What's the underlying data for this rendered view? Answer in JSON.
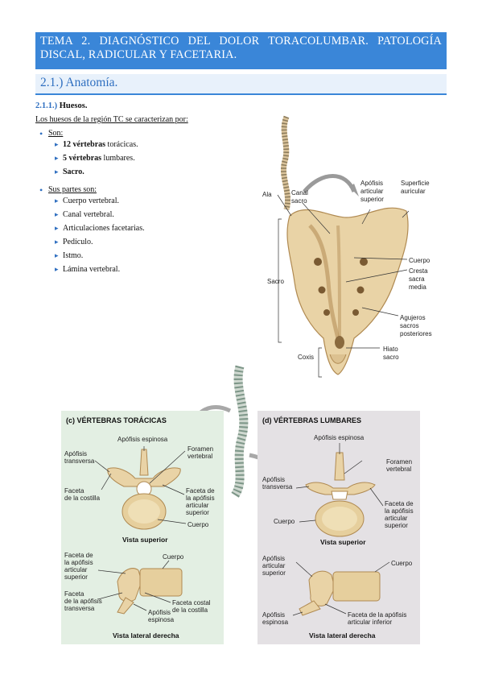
{
  "title": "TEMA 2. DIAGNÓSTICO DEL DOLOR TORACOLUMBAR. PATOLOGÍA DISCAL, RADICULAR Y FACETARIA.",
  "section": "2.1.) Anatomía.",
  "subsection": {
    "number": "2.1.1.)",
    "label": "Huesos."
  },
  "intro": "Los huesos de la región TC se caracterizan por:",
  "groups": [
    {
      "label": "Son:",
      "items": [
        {
          "bold": "12 vértebras",
          "rest": " torácicas."
        },
        {
          "bold": "5 vértebras",
          "rest": " lumbares."
        },
        {
          "bold": "Sacro.",
          "rest": ""
        }
      ]
    },
    {
      "label": "Sus partes son:",
      "items": [
        {
          "bold": "",
          "rest": "Cuerpo vertebral."
        },
        {
          "bold": "",
          "rest": "Canal vertebral."
        },
        {
          "bold": "",
          "rest": "Articulaciones facetarias."
        },
        {
          "bold": "",
          "rest": "Pedículo."
        },
        {
          "bold": "",
          "rest": "Istmo."
        },
        {
          "bold": "",
          "rest": "Lámina vertebral."
        }
      ]
    }
  ],
  "sacrum_figure": {
    "labels": {
      "ala": "Ala",
      "canal1": "Canal",
      "canal2": "sacro",
      "apof1": "Apófisis",
      "apof2": "articular",
      "apof3": "superior",
      "sup1": "Superficie",
      "sup2": "auricular",
      "cuerpo": "Cuerpo",
      "cresta1": "Cresta",
      "cresta2": "sacra",
      "cresta3": "media",
      "sacro": "Sacro",
      "aguj1": "Agujeros",
      "aguj2": "sacros",
      "aguj3": "posteriores",
      "coxis": "Coxis",
      "hiato1": "Hiato",
      "hiato2": "sacro"
    }
  },
  "thoracic_panel": {
    "title": "(c)  VÉRTEBRAS TORÁCICAS",
    "labels": {
      "espinosa": "Apófisis espinosa",
      "transv1": "Apófisis",
      "transv2": "transversa",
      "foramen1": "Foramen",
      "foramen2": "vertebral",
      "faceta1": "Faceta",
      "faceta2": "de la costilla",
      "facap1": "Faceta de",
      "facap2": "la apófisis",
      "facap3": "articular",
      "facap4": "superior",
      "cuerpo": "Cuerpo",
      "vista_sup": "Vista superior",
      "fl1": "Faceta de",
      "fl2": "la apófisis",
      "fl3": "articular",
      "fl4": "superior",
      "cuerpo2": "Cuerpo",
      "ft1": "Faceta",
      "ft2": "de la apófisis",
      "ft3": "transversa",
      "fc1": "Faceta costal",
      "fc2": "de la costilla",
      "esp1": "Apófisis",
      "esp2": "espinosa",
      "vista_lat": "Vista lateral derecha"
    }
  },
  "lumbar_panel": {
    "title": "(d)  VÉRTEBRAS LUMBARES",
    "labels": {
      "espinosa": "Apófisis espinosa",
      "transv1": "Apófisis",
      "transv2": "transversa",
      "foramen1": "Foramen",
      "foramen2": "vertebral",
      "cuerpo": "Cuerpo",
      "facap1": "Faceta de",
      "facap2": "la apófisis",
      "facap3": "articular",
      "facap4": "superior",
      "vista_sup": "Vista superior",
      "as1": "Apófisis",
      "as2": "articular",
      "as3": "superior",
      "cuerpo2": "Cuerpo",
      "esp1": "Apófisis",
      "esp2": "espinosa",
      "fi1": "Faceta de la apófisis",
      "fi2": "articular inferior",
      "vista_lat": "Vista lateral derecha"
    }
  },
  "colors": {
    "accent": "#3a86d8",
    "bone": "#e9d3a6",
    "bone_dark": "#c9a66e",
    "panel_green": "#e3efe3",
    "panel_grey": "#e4e1e4"
  }
}
